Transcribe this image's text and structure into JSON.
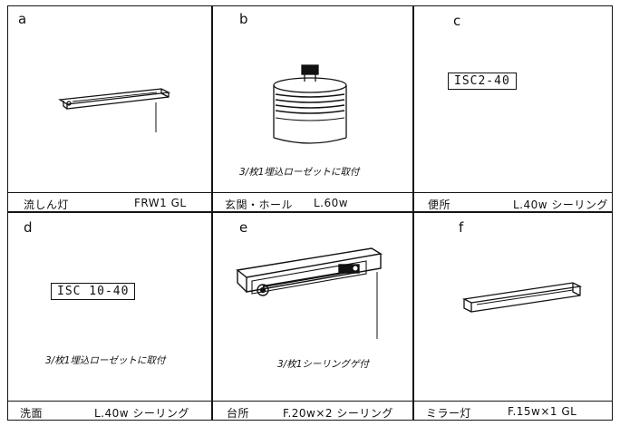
{
  "cells": [
    {
      "letter": "a",
      "room": "流しん灯",
      "spec": "FRW1 GL",
      "note": "",
      "plate": ""
    },
    {
      "letter": "b",
      "room": "玄関・ホール",
      "spec": "L.60w",
      "note": "3/枚1埋込ローゼットに取付",
      "plate": ""
    },
    {
      "letter": "c",
      "room": "便所",
      "spec": "L.40w シーリング",
      "note": "",
      "plate": "ISC2-40"
    },
    {
      "letter": "d",
      "room": "洗面",
      "spec": "L.40w シーリング",
      "note": "3/枚1埋込ローゼットに取付",
      "plate": "ISC 10-40"
    },
    {
      "letter": "e",
      "room": "台所",
      "spec": "F.20w×2 シーリング",
      "note": "3/枚1シーリングゲ付",
      "plate": ""
    },
    {
      "letter": "f",
      "room": "ミラー灯",
      "spec": "F.15w×1 GL",
      "note": "",
      "plate": ""
    }
  ]
}
